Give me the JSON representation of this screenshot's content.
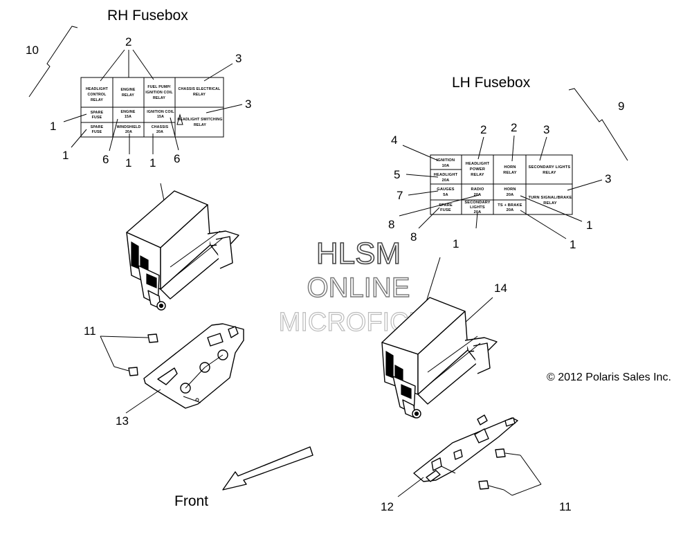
{
  "titles": {
    "rh": "RH Fusebox",
    "lh": "LH Fusebox",
    "front": "Front",
    "copyright": "© 2012 Polaris Sales Inc."
  },
  "watermark": {
    "line1": "HLSM",
    "line2": "ONLINE",
    "line3": "MICROFICHE"
  },
  "callouts": {
    "rh_10": "10",
    "rh_2": "2",
    "rh_3a": "3",
    "rh_3b": "3",
    "rh_1a": "1",
    "rh_1b": "1",
    "rh_6a": "6",
    "rh_1c": "1",
    "rh_1d": "1",
    "rh_6b": "6",
    "lh_9": "9",
    "lh_4": "4",
    "lh_2a": "2",
    "lh_2b": "2",
    "lh_3a": "3",
    "lh_5": "5",
    "lh_7": "7",
    "lh_3b": "3",
    "lh_8a": "8",
    "lh_8b": "8",
    "lh_1a": "1",
    "lh_1b": "1",
    "lh_1c": "1",
    "p14": "14",
    "p11a": "11",
    "p13": "13",
    "p12": "12",
    "p11b": "11"
  },
  "rh_cells": {
    "headlight_control_1": "HEADLIGHT",
    "headlight_control_2": "CONTROL",
    "headlight_control_3": "RELAY",
    "engine_relay_1": "ENGINE",
    "engine_relay_2": "RELAY",
    "fuel_pump_1": "FUEL PUMP/",
    "fuel_pump_2": "IGNITION COIL",
    "fuel_pump_3": "RELAY",
    "chassis_electrical_1": "CHASSIS ELECTRICAL",
    "chassis_electrical_2": "RELAY",
    "spare_fuse_1a": "SPARE",
    "spare_fuse_1b": "FUSE",
    "engine_15a_1": "ENGINE",
    "engine_15a_2": "15A",
    "ign_coil_1": "IGNITION COIL",
    "ign_coil_2": "15A",
    "headlight_switching_1": "HEADLIGHT SWITCHING",
    "headlight_switching_2": "RELAY",
    "spare_fuse_2a": "SPARE",
    "spare_fuse_2b": "FUSE",
    "windshield_1": "WINDSHIELD",
    "windshield_2": "20A",
    "chassis_20a_1": "CHASSIS",
    "chassis_20a_2": "20A"
  },
  "lh_cells": {
    "ignition_1": "IGNITION",
    "ignition_2": "10A",
    "headlight_power_1": "HEADLIGHT",
    "headlight_power_2": "POWER",
    "headlight_power_3": "RELAY",
    "horn_relay_1": "HORN",
    "horn_relay_2": "RELAY",
    "secondary_lights_relay_1": "SECONDARY LIGHTS",
    "secondary_lights_relay_2": "RELAY",
    "headlight_20a_1": "HEADLIGHT",
    "headlight_20a_2": "20A",
    "gauges_1": "GAUGES",
    "gauges_2": "5A",
    "radio_1": "RADIO",
    "radio_2": "20A",
    "horn_20a_1": "HORN",
    "horn_20a_2": "20A",
    "turn_signal_1": "TURN SIGNAL/BRAKE",
    "turn_signal_2": "RELAY",
    "spare_fuse_1": "SPARE",
    "spare_fuse_2": "FUSE",
    "secondary_lights_1": "SECONDARY",
    "secondary_lights_2": "LIGHTS",
    "secondary_lights_3": "20A",
    "ts_brake_1": "TS + BRAKE",
    "ts_brake_2": "20A"
  }
}
